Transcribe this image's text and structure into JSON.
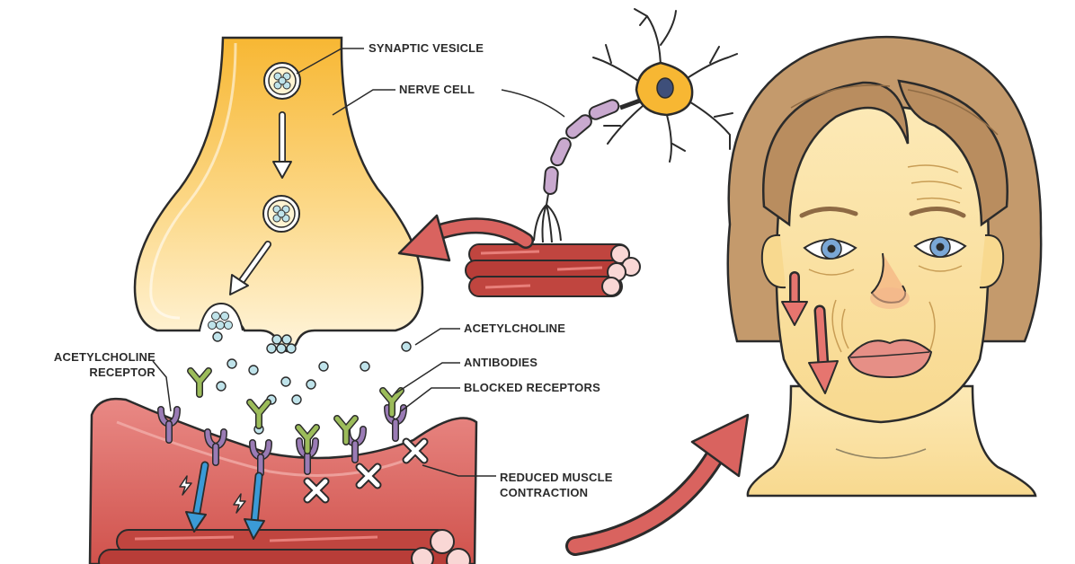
{
  "labels": {
    "synaptic_vesicle": "SYNAPTIC VESICLE",
    "nerve_cell": "NERVE CELL",
    "acetylcholine": "ACETYLCHOLINE",
    "acetylcholine_receptor_line1": "ACETYLCHOLINE",
    "acetylcholine_receptor_line2": "RECEPTOR",
    "antibodies": "ANTIBODIES",
    "blocked_receptors": "BLOCKED RECEPTORS",
    "reduced_muscle_line1": "REDUCED MUSCLE",
    "reduced_muscle_line2": "CONTRACTION"
  },
  "colors": {
    "nerve_fill": "#f7b733",
    "nerve_light": "#fff3d6",
    "muscle_red": "#c0453f",
    "muscle_pink": "#e87f7a",
    "receptor_purple": "#9a7bb5",
    "antibody_green": "#9cbc5a",
    "vesicle_blue": "#bfe3ea",
    "arrow_blue": "#3b9ad6",
    "arrow_red": "#d9635f",
    "hair": "#c49a6c",
    "skin": "#fbe3a8",
    "outline": "#2b2b2b"
  }
}
